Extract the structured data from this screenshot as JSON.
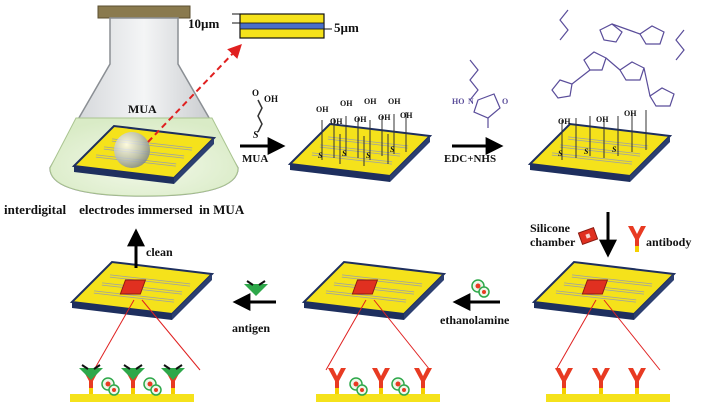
{
  "labels": {
    "dim_10um": "10µm",
    "dim_5um": "5µm",
    "flask_label": "MUA",
    "mua_arrow": "MUA",
    "edc_nhs": "EDC+NHS",
    "immersed_caption": "interdigital    electrodes immersed  in MUA",
    "silicone_chamber_line1": "Silicone",
    "silicone_chamber_line2": "chamber",
    "antibody": "antibody",
    "ethanolamine": "ethanolamine",
    "antigen": "antigen",
    "clean": "clean"
  },
  "chem": {
    "oh": "OH",
    "o": "O",
    "s": "S",
    "ho": "HO",
    "n": "N"
  },
  "colors": {
    "electrode_yellow": "#F5E21B",
    "substrate_dark": "#1E2F5E",
    "strip_blue": "#4A6FC8",
    "chamber_red": "#E03020",
    "antibody_red": "#E83A22",
    "antibody_yellow": "#F5D000",
    "antigen_green": "#2EA84A",
    "molecule_purple": "#5A4D9A",
    "dashed_red": "#E02020",
    "flask_liquid": "#E6F2D8"
  }
}
